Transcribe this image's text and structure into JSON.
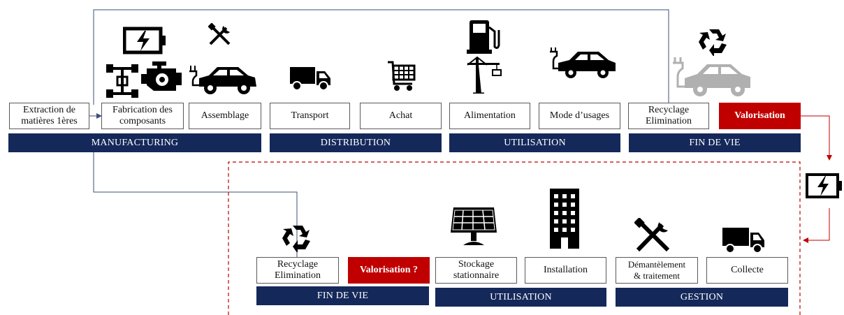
{
  "top": {
    "boxes": [
      "Extraction de\nmatières 1ères",
      "Fabrication des\ncomposants",
      "Assemblage",
      "Transport",
      "Achat",
      "Alimentation",
      "Mode d’usages",
      "Recyclage\nElimination"
    ],
    "valorisation": "Valorisation",
    "bars": [
      "MANUFACTURING",
      "DISTRIBUTION",
      "UTILISATION",
      "FIN DE VIE"
    ]
  },
  "bottom": {
    "boxes": [
      "Recyclage\nElimination",
      "Stockage\nstationnaire",
      "Installation",
      "Démantèlement\n& traitement",
      "Collecte"
    ],
    "valorisation": "Valorisation ?",
    "bars": [
      "FIN DE VIE",
      "UTILISATION",
      "GESTION"
    ]
  },
  "colors": {
    "navy": "#14285a",
    "red": "#c00000",
    "frame": "#3a4f7a",
    "icon": "#000000",
    "faded": "#b0b0b0"
  },
  "icons": [
    "battery-icon",
    "chassis-icon",
    "engine-icon",
    "tools-icon",
    "electric-car-icon",
    "truck-icon",
    "shopping-cart-icon",
    "fuel-pump-icon",
    "crane-icon",
    "recycle-icon",
    "solar-panel-icon",
    "building-icon"
  ]
}
